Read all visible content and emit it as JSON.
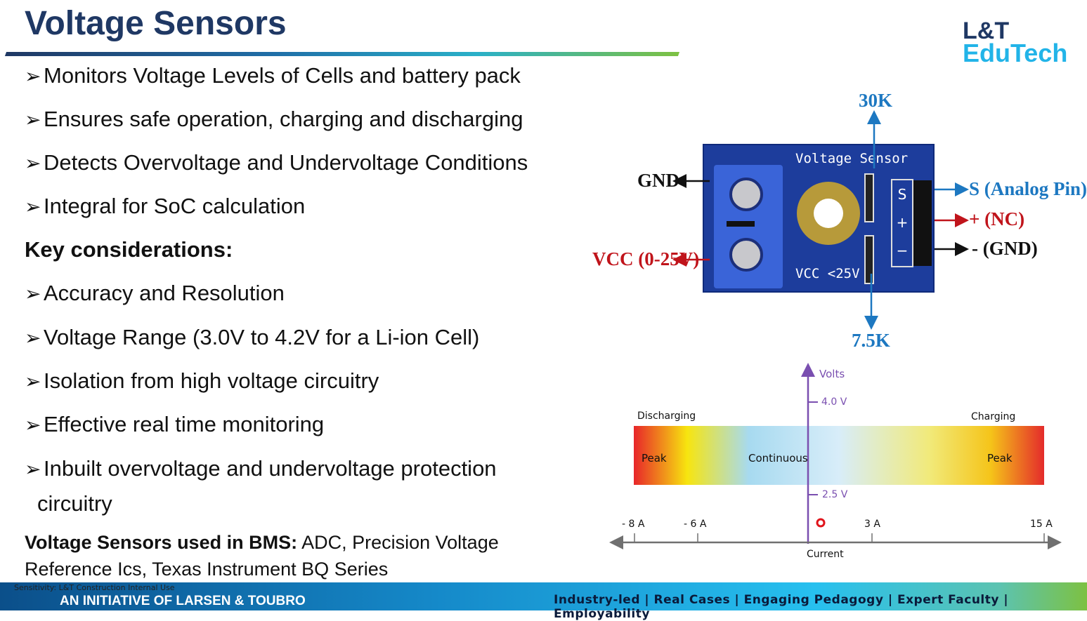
{
  "title": "Voltage Sensors",
  "logo": {
    "line1": "L&T",
    "line2": "EduTech"
  },
  "bullets": [
    "Monitors Voltage Levels of Cells and battery pack",
    "Ensures safe operation, charging and discharging",
    "Detects Overvoltage and Undervoltage Conditions",
    "Integral for SoC calculation"
  ],
  "key_heading": "Key considerations:",
  "considerations": [
    "Accuracy and Resolution",
    "Voltage Range (3.0V to 4.2V for a Li-ion Cell)",
    "Isolation from high voltage circuitry",
    "Effective real time monitoring",
    "Inbuilt overvoltage and undervoltage protection"
  ],
  "consideration_cont": "circuitry",
  "used": {
    "label": "Voltage Sensors used in BMS:",
    "text": " ADC, Precision Voltage",
    "line2": "Reference Ics, Texas Instrument BQ Series"
  },
  "sensor": {
    "board_text": "Voltage Sensor",
    "board_vcc": "VCC <25V",
    "top": "30K",
    "bottom": "7.5K",
    "gnd": "GND",
    "vcc": "VCC (0-25V)",
    "s": "S (Analog Pin)",
    "plus": "+ (NC)",
    "minus": "- (GND)",
    "pin_s": "S",
    "pin_plus": "+",
    "pin_minus": "−"
  },
  "diagram": {
    "volts": "Volts",
    "v4": "4.0 V",
    "v25": "2.5 V",
    "discharging": "Discharging",
    "charging": "Charging",
    "peak_l": "Peak",
    "continuous": "Continuous",
    "peak_r": "Peak",
    "a1": "- 8 A",
    "a2": "- 6 A",
    "a3": "3 A",
    "a4": "15 A",
    "current": "Current"
  },
  "footer": {
    "left": "AN INITIATIVE OF LARSEN & TOUBRO",
    "sensitivity": "Sensitivity: L&T Construction Internal Use",
    "right": "Industry-led | Real Cases | Engaging Pedagogy | Expert Faculty | Employability"
  }
}
